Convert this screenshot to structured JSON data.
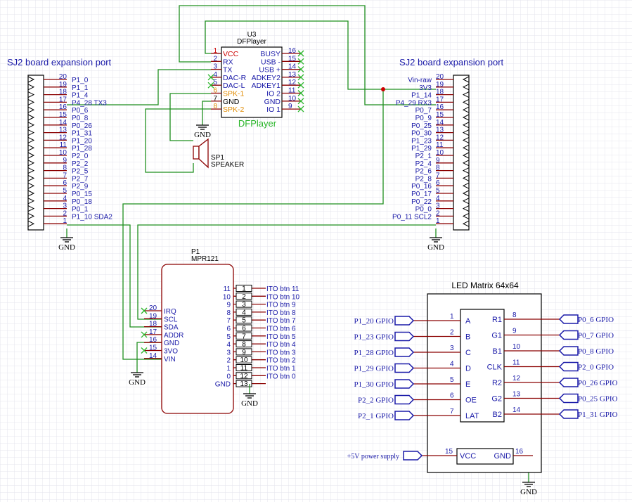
{
  "colors": {
    "wire": "#1f8f1f",
    "pin": "#8b0000",
    "body": "#8b0000",
    "blue": "#1a1aa8",
    "grid": "#e6e6ee",
    "junction": "#cc0000"
  },
  "left_port": {
    "title": "SJ2 board expansion port",
    "pins": [
      {
        "n": "20",
        "label": "P1_0"
      },
      {
        "n": "19",
        "label": "P1_1"
      },
      {
        "n": "18",
        "label": "P1_4"
      },
      {
        "n": "17",
        "label": "P4_28 TX3"
      },
      {
        "n": "16",
        "label": "P0_6"
      },
      {
        "n": "15",
        "label": "P0_8"
      },
      {
        "n": "14",
        "label": "P0_26"
      },
      {
        "n": "13",
        "label": "P1_31"
      },
      {
        "n": "12",
        "label": "P1_20"
      },
      {
        "n": "11",
        "label": "P1_28"
      },
      {
        "n": "10",
        "label": "P2_0"
      },
      {
        "n": "9",
        "label": "P2_2"
      },
      {
        "n": "8",
        "label": "P2_5"
      },
      {
        "n": "7",
        "label": "P2_7"
      },
      {
        "n": "6",
        "label": "P2_9"
      },
      {
        "n": "5",
        "label": "P0_15"
      },
      {
        "n": "4",
        "label": "P0_18"
      },
      {
        "n": "3",
        "label": "P0_1"
      },
      {
        "n": "2",
        "label": "P1_10 SDA2"
      },
      {
        "n": "1",
        "label": ""
      }
    ]
  },
  "right_port": {
    "title": "SJ2 board expansion port",
    "pins": [
      {
        "n": "20",
        "label": "Vin-raw"
      },
      {
        "n": "19",
        "label": "3V3"
      },
      {
        "n": "18",
        "label": "P1_14"
      },
      {
        "n": "17",
        "label": "P4_29 RX3"
      },
      {
        "n": "16",
        "label": "P0_7"
      },
      {
        "n": "15",
        "label": "P0_9"
      },
      {
        "n": "14",
        "label": "P0_25"
      },
      {
        "n": "13",
        "label": "P0_30"
      },
      {
        "n": "12",
        "label": "P1_23"
      },
      {
        "n": "11",
        "label": "P1_29"
      },
      {
        "n": "10",
        "label": "P2_1"
      },
      {
        "n": "9",
        "label": "P2_4"
      },
      {
        "n": "8",
        "label": "P2_6"
      },
      {
        "n": "7",
        "label": "P2_8"
      },
      {
        "n": "6",
        "label": "P0_16"
      },
      {
        "n": "5",
        "label": "P0_17"
      },
      {
        "n": "4",
        "label": "P0_22"
      },
      {
        "n": "3",
        "label": "P0_0"
      },
      {
        "n": "2",
        "label": "P0_11 SCL2"
      },
      {
        "n": "1",
        "label": ""
      }
    ]
  },
  "dfplayer": {
    "ref": "U3",
    "part": "DFPlayer",
    "caption": "DFPlayer",
    "left_pins": [
      {
        "n": "1",
        "label": "VCC",
        "color": "red"
      },
      {
        "n": "2",
        "label": "RX",
        "color": "blue"
      },
      {
        "n": "3",
        "label": "TX",
        "color": "blue"
      },
      {
        "n": "4",
        "label": "DAC-R",
        "color": "blue"
      },
      {
        "n": "5",
        "label": "DAC-L",
        "color": "blue"
      },
      {
        "n": "6",
        "label": "SPK-1",
        "color": "orange"
      },
      {
        "n": "7",
        "label": "GND",
        "color": "dark"
      },
      {
        "n": "8",
        "label": "SPK-2",
        "color": "orange"
      }
    ],
    "right_pins": [
      {
        "n": "16",
        "label": "BUSY"
      },
      {
        "n": "15",
        "label": "USB -"
      },
      {
        "n": "14",
        "label": "USB +"
      },
      {
        "n": "13",
        "label": "ADKEY2"
      },
      {
        "n": "12",
        "label": "ADKEY1"
      },
      {
        "n": "11",
        "label": "IO 2"
      },
      {
        "n": "10",
        "label": "GND"
      },
      {
        "n": "9",
        "label": "IO 1"
      }
    ]
  },
  "speaker": {
    "ref": "SP1",
    "value": "SPEAKER"
  },
  "mpr121": {
    "ref": "P1",
    "part": "MPR121",
    "left_pins": [
      {
        "n": "20",
        "label": "IRQ"
      },
      {
        "n": "19",
        "label": "SCL"
      },
      {
        "n": "18",
        "label": "SDA"
      },
      {
        "n": "17",
        "label": "ADDR"
      },
      {
        "n": "16",
        "label": "GND"
      },
      {
        "n": "15",
        "label": "3VO"
      },
      {
        "n": "14",
        "label": "VIN"
      }
    ],
    "right_pins": [
      "11",
      "10",
      "9",
      "8",
      "7",
      "6",
      "5",
      "4",
      "3",
      "2",
      "1",
      "0",
      "GND"
    ],
    "electrodes": [
      {
        "n": "1",
        "label": "ITO btn 11"
      },
      {
        "n": "2",
        "label": "ITO btn 10"
      },
      {
        "n": "3",
        "label": "ITO btn 9"
      },
      {
        "n": "4",
        "label": "ITO btn 8"
      },
      {
        "n": "5",
        "label": "ITO btn 7"
      },
      {
        "n": "6",
        "label": "ITO btn 6"
      },
      {
        "n": "7",
        "label": "ITO btn 5"
      },
      {
        "n": "8",
        "label": "ITO btn 4"
      },
      {
        "n": "9",
        "label": "ITO btn 3"
      },
      {
        "n": "10",
        "label": "ITO btn 2"
      },
      {
        "n": "11",
        "label": "ITO btn 1"
      },
      {
        "n": "12",
        "label": "ITO btn 0"
      },
      {
        "n": "13",
        "label": ""
      }
    ]
  },
  "led_matrix": {
    "title": "LED Matrix 64x64",
    "left_pins": [
      {
        "n": "1",
        "label": "A",
        "net": "P1_20 GPIO"
      },
      {
        "n": "2",
        "label": "B",
        "net": "P1_23 GPIO"
      },
      {
        "n": "3",
        "label": "C",
        "net": "P1_28 GPIO"
      },
      {
        "n": "4",
        "label": "D",
        "net": "P1_29 GPIO"
      },
      {
        "n": "5",
        "label": "E",
        "net": "P1_30 GPIO"
      },
      {
        "n": "6",
        "label": "OE",
        "net": "P2_2 GPIO"
      },
      {
        "n": "7",
        "label": "LAT",
        "net": "P2_1 GPIO"
      }
    ],
    "right_pins": [
      {
        "n": "8",
        "label": "R1",
        "net": "P0_6 GPIO"
      },
      {
        "n": "9",
        "label": "G1",
        "net": "P0_7 GPIO"
      },
      {
        "n": "10",
        "label": "B1",
        "net": "P0_8 GPIO"
      },
      {
        "n": "11",
        "label": "CLK",
        "net": "P2_0 GPIO"
      },
      {
        "n": "12",
        "label": "R2",
        "net": "P0_26 GPIO"
      },
      {
        "n": "13",
        "label": "G2",
        "net": "P0_25 GPIO"
      },
      {
        "n": "14",
        "label": "B2",
        "net": "P1_31 GPIO"
      }
    ],
    "power": {
      "pin_vcc": "15",
      "vcc": "VCC",
      "gnd": "GND",
      "pin_gnd": "16",
      "net": "+5V power supply"
    }
  },
  "gnd_label": "GND"
}
